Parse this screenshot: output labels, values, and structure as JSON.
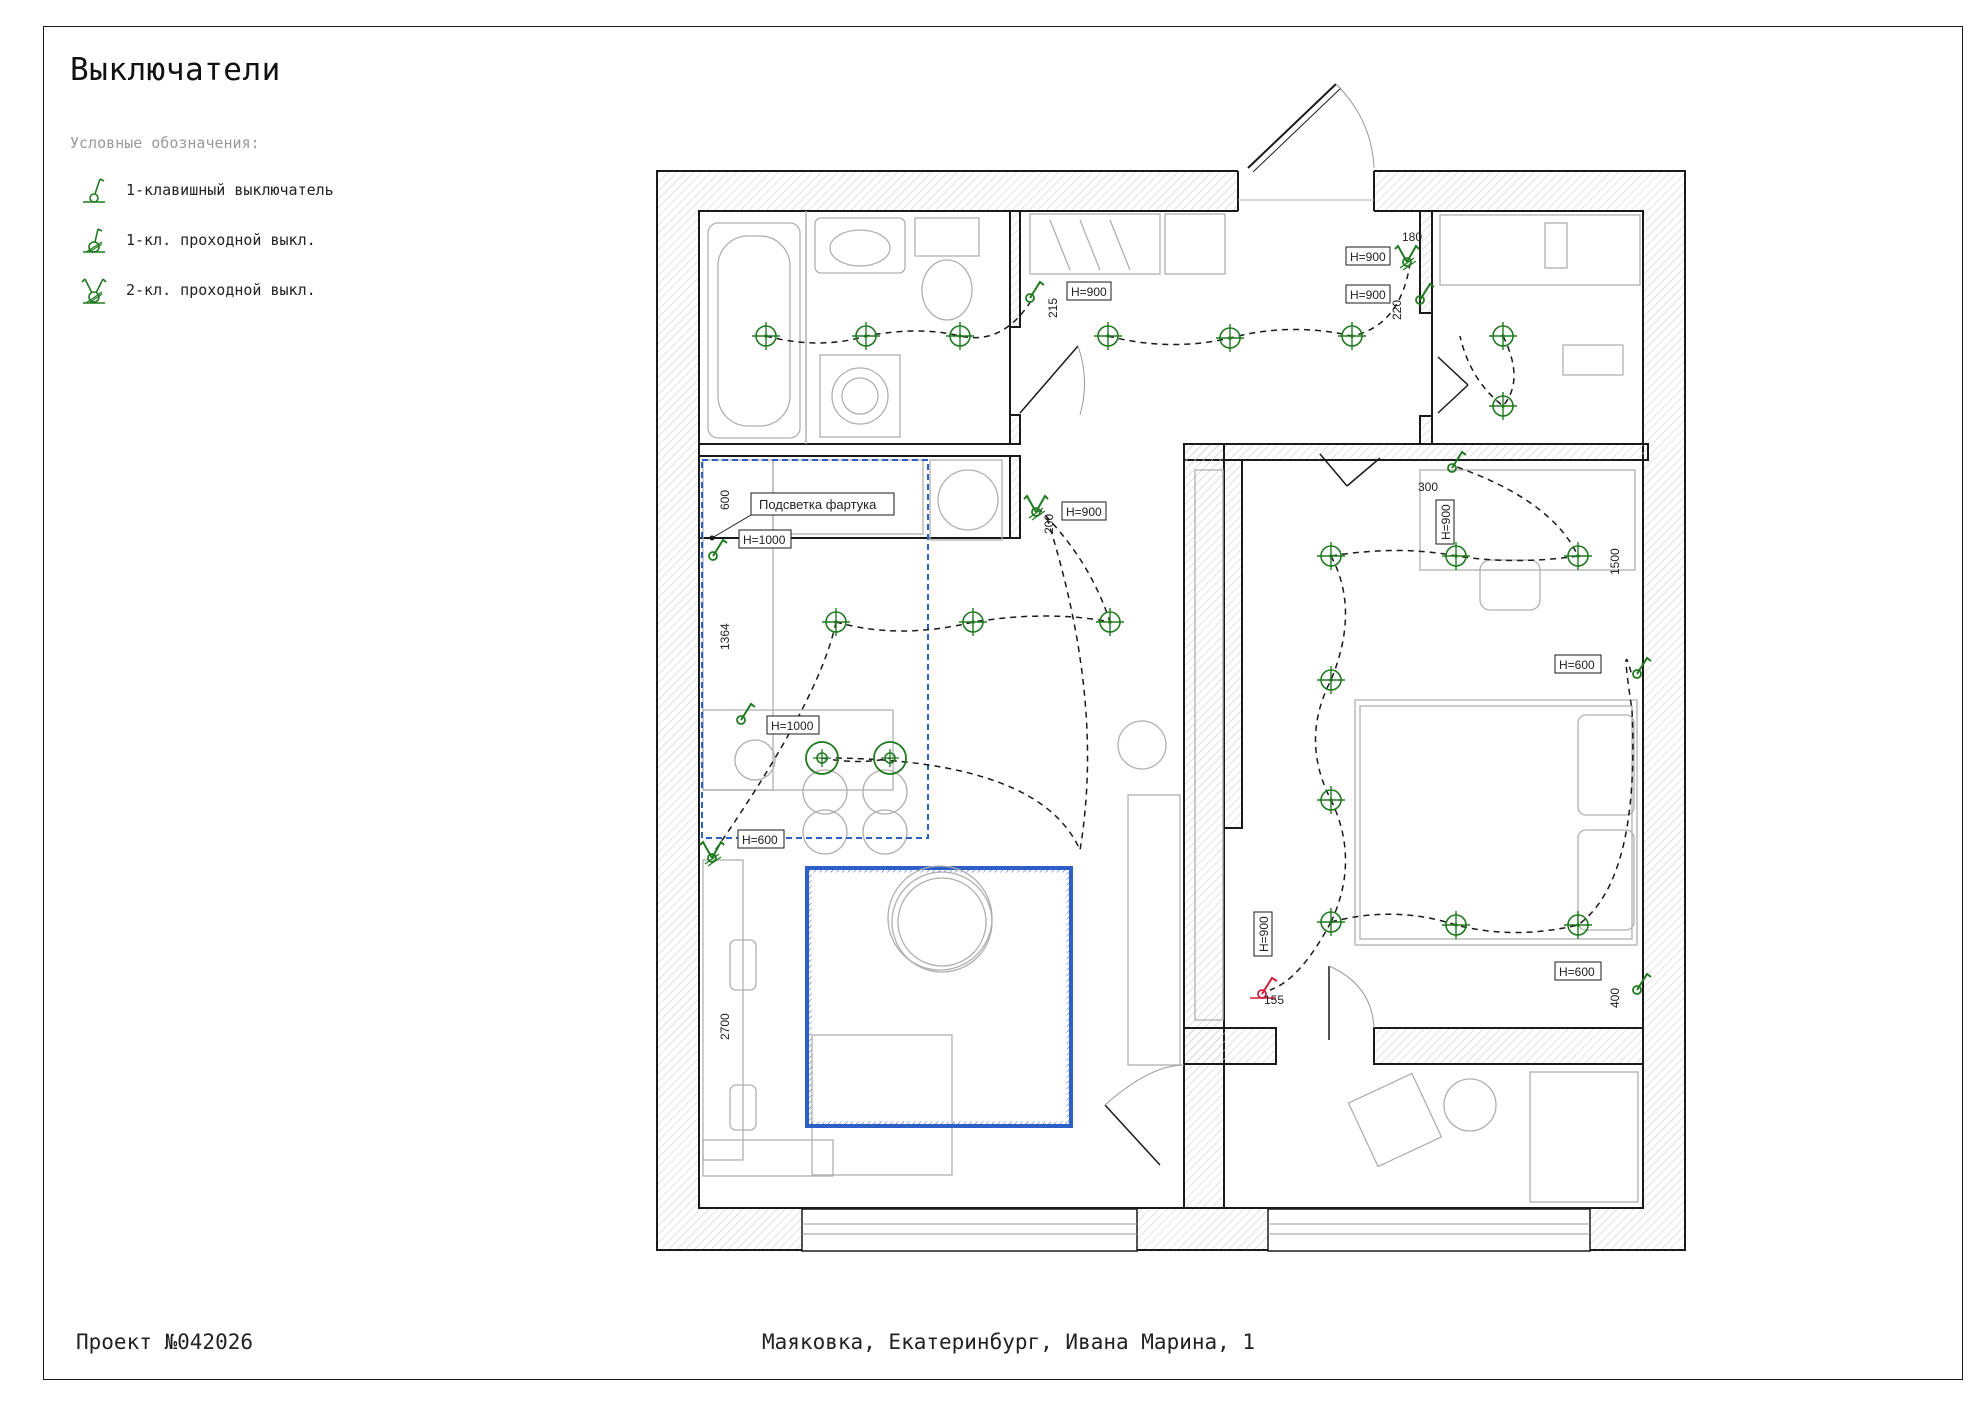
{
  "sheet": {
    "title": "Выключатели",
    "legend_title": "Условные обозначения:",
    "legend": [
      {
        "icon": "single-key-switch-icon",
        "label": "1-клавишный выключатель"
      },
      {
        "icon": "single-key-passthrough-switch-icon",
        "label": "1-кл. проходной выкл."
      },
      {
        "icon": "double-key-passthrough-switch-icon",
        "label": "2-кл. проходной выкл."
      }
    ],
    "project": "Проект №042026",
    "address": "Маяковка, Екатеринбург, Ивана Марина, 1"
  },
  "plan": {
    "apron_light_label": "Подсветка фартука",
    "height_tags": [
      "H=900",
      "H=900",
      "H=900",
      "H=900",
      "H=1000",
      "H=1000",
      "H=600",
      "H=900",
      "H=600",
      "H=600",
      "H=900"
    ],
    "dimensions": [
      "180",
      "215",
      "220",
      "600",
      "200",
      "300",
      "1500",
      "1364",
      "2700",
      "155",
      "400"
    ],
    "colors": {
      "switch": "#1f7a1f",
      "highlight": "#2e5fc7",
      "accent": "#d11f3a",
      "wall": "#1a1a1a",
      "furniture": "#b0b0b0"
    }
  }
}
